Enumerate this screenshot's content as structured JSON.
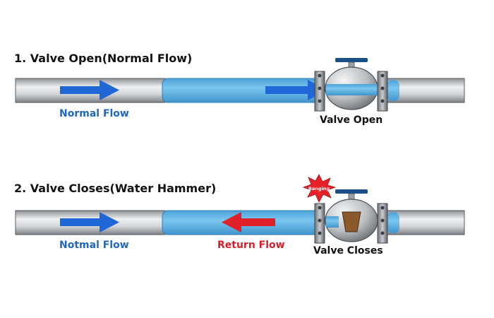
{
  "diagram": {
    "panel1": {
      "heading": "1. Valve Open(Normal Flow)",
      "flow_label": "Normal Flow",
      "valve_label": "Valve Open"
    },
    "panel2": {
      "heading": "2. Valve Closes(Water Hammer)",
      "flow_label": "Notmal Flow",
      "return_label": "Return Flow",
      "valve_label": "Valve Closes",
      "burst_label": "Banging"
    }
  },
  "colors": {
    "pipe_steel": "#c8ccd0",
    "water": "#5fb4e6",
    "flow_arrow": "#1f66d6",
    "return_arrow": "#e0202a",
    "flow_text": "#1f66c8",
    "return_text": "#d81e28",
    "burst": "#e8202a",
    "valve_gate_closed": "#8b5a2b"
  }
}
